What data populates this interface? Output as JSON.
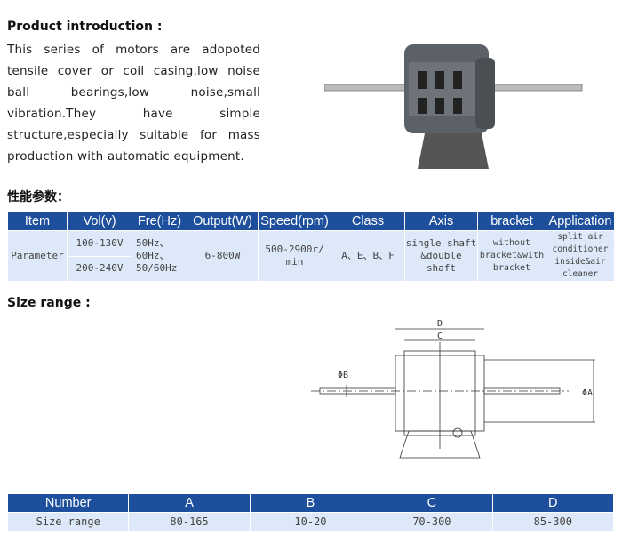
{
  "intro": {
    "heading": "Product introduction :",
    "text": "This series of motors are adopoted tensile cover or coil casing,low noise ball bearings,low noise,small vibration.They have simple structure,especially suitable for mass production with automatic equipment."
  },
  "params": {
    "heading": "性能参数：",
    "headers": [
      "Item",
      "Vol(v)",
      "Fre(Hz)",
      "Output(W)",
      "Speed(rpm)",
      "Class",
      "Axis",
      "bracket",
      "Application"
    ],
    "item": "Parameter",
    "vol1": "100-130V",
    "vol2": "200-240V",
    "fre": "50Hz、 60Hz、 50/60Hz",
    "output": "6-800W",
    "speed": "500-2900r/ min",
    "class": "A、E、B、F",
    "axis": "single shaft &double shaft",
    "bracket": "without bracket&with bracket",
    "application": "split air conditioner inside&air cleaner"
  },
  "size": {
    "heading": "Size range :",
    "diagram_labels": {
      "d": "D",
      "c": "C",
      "b": "ΦB",
      "a": "ΦA"
    },
    "headers": [
      "Number",
      "A",
      "B",
      "C",
      "D"
    ],
    "row": [
      "Size range",
      "80-165",
      "10-20",
      "70-300",
      "85-300"
    ]
  }
}
